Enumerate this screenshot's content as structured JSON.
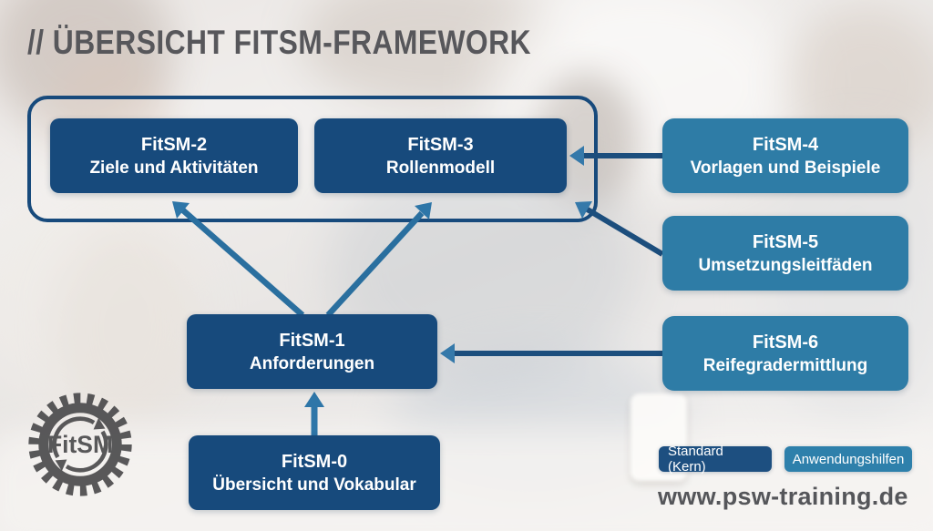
{
  "title": "// ÜBERSICHT FITSM-FRAMEWORK",
  "colors": {
    "navy": "#174a7c",
    "teal": "#2e7ca6",
    "arrow_steel": "#2e76a8",
    "arrow_navy": "#1c4e7d",
    "title_gray": "#57575b"
  },
  "logo": {
    "text": "FitSM"
  },
  "nodes": {
    "fitsm2": {
      "title": "FitSM-2",
      "subtitle": "Ziele und Aktivitäten",
      "type": "standard"
    },
    "fitsm3": {
      "title": "FitSM-3",
      "subtitle": "Rollenmodell",
      "type": "standard"
    },
    "fitsm4": {
      "title": "FitSM-4",
      "subtitle": "Vorlagen und Beispiele",
      "type": "anwendungshilfe"
    },
    "fitsm5": {
      "title": "FitSM-5",
      "subtitle": "Umsetzungsleitfäden",
      "type": "anwendungshilfe"
    },
    "fitsm6": {
      "title": "FitSM-6",
      "subtitle": "Reifegradermittlung",
      "type": "anwendungshilfe"
    },
    "fitsm1": {
      "title": "FitSM-1",
      "subtitle": "Anforderungen",
      "type": "standard"
    },
    "fitsm0": {
      "title": "FitSM-0",
      "subtitle": "Übersicht und Vokabular",
      "type": "standard"
    }
  },
  "legend": {
    "standard": "Standard (Kern)",
    "anwendungshilfen": "Anwendungshilfen"
  },
  "footer": {
    "website": "www.psw-training.de"
  }
}
